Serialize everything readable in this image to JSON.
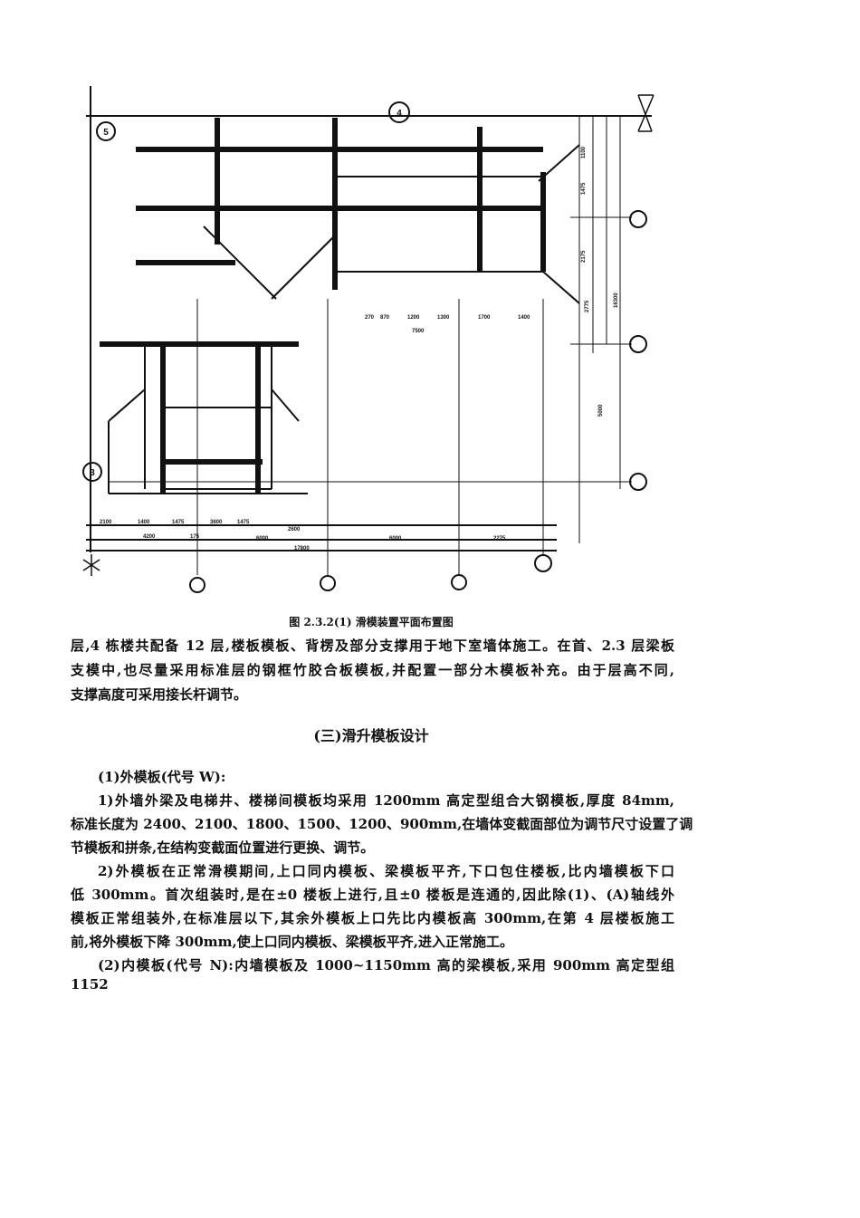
{
  "figure": {
    "caption": "图 2.3.2(1)   滑模装置平面布置图",
    "axis_labels": {
      "top": "4",
      "left_upper": "5",
      "left_lower": "3"
    },
    "dims_bottom_row1": [
      "2100",
      "1400",
      "1475",
      "3600",
      "1475",
      "2600"
    ],
    "dims_bottom_row2": [
      "4200",
      "175",
      "6000",
      "6000",
      "2275"
    ],
    "dims_bottom_row3": [
      "17800"
    ],
    "dims_inner": [
      "270",
      "870",
      "1200",
      "1300",
      "1700",
      "1400",
      "7500"
    ],
    "dims_right": [
      "1100",
      "1475",
      "2175",
      "2775",
      "5000",
      "16300"
    ]
  },
  "paragraph1": [
    "层,4 栋楼共配备 12 层,楼板模板、背楞及部分支撑用于地下室墙体施工。在首、2.3 层梁板",
    "支模中,也尽量采用标准层的钢框竹胶合板模板,并配置一部分木模板补充。由于层高不同,",
    "支撑高度可采用接长杆调节。"
  ],
  "section_heading": "(三)滑升模板设计",
  "item1_title": "(1)外模板(代号 W):",
  "item1_1": [
    "1)外墙外梁及电梯井、楼梯间模板均采用 1200mm 高定型组合大钢模板,厚度 84mm,",
    "标准长度为 2400、2100、1800、1500、1200、900mm,在墙体变截面部位为调节尺寸设置了调",
    "节模板和拼条,在结构变截面位置进行更换、调节。"
  ],
  "item1_2": [
    "2)外模板在正常滑模期间,上口同内模板、梁模板平齐,下口包住楼板,比内墙模板下口",
    "低 300mm。首次组装时,是在±0 楼板上进行,且±0 楼板是连通的,因此除(1)、(A)轴线外",
    "模板正常组装外,在标准层以下,其余外模板上口先比内模板高 300mm,在第 4 层楼板施工",
    "前,将外模板下降 300mm,使上口同内模板、梁模板平齐,进入正常施工。"
  ],
  "item2_line": "(2)内模板(代号 N):内墙模板及 1000~1150mm 高的梁模板,采用 900mm 高定型组",
  "page_number": "1152"
}
